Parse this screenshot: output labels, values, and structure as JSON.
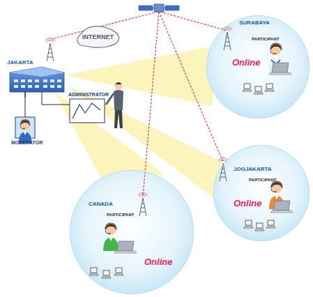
{
  "diagram": {
    "nodes": [
      {
        "text": [
          "INTERNET"
        ]
      },
      {
        "text": [
          "SURABAYA",
          "PARTICIPANT",
          "Online"
        ]
      },
      {
        "text": [
          "JOGJAKARTA",
          "PARTICIPANT",
          "Online"
        ]
      },
      {
        "text": [
          "CANADA",
          "PARTICIPANT",
          "Online"
        ]
      }
    ],
    "labels": [
      "JAKARTA",
      "MODERATOR",
      "ADMINISTRATOR"
    ]
  }
}
